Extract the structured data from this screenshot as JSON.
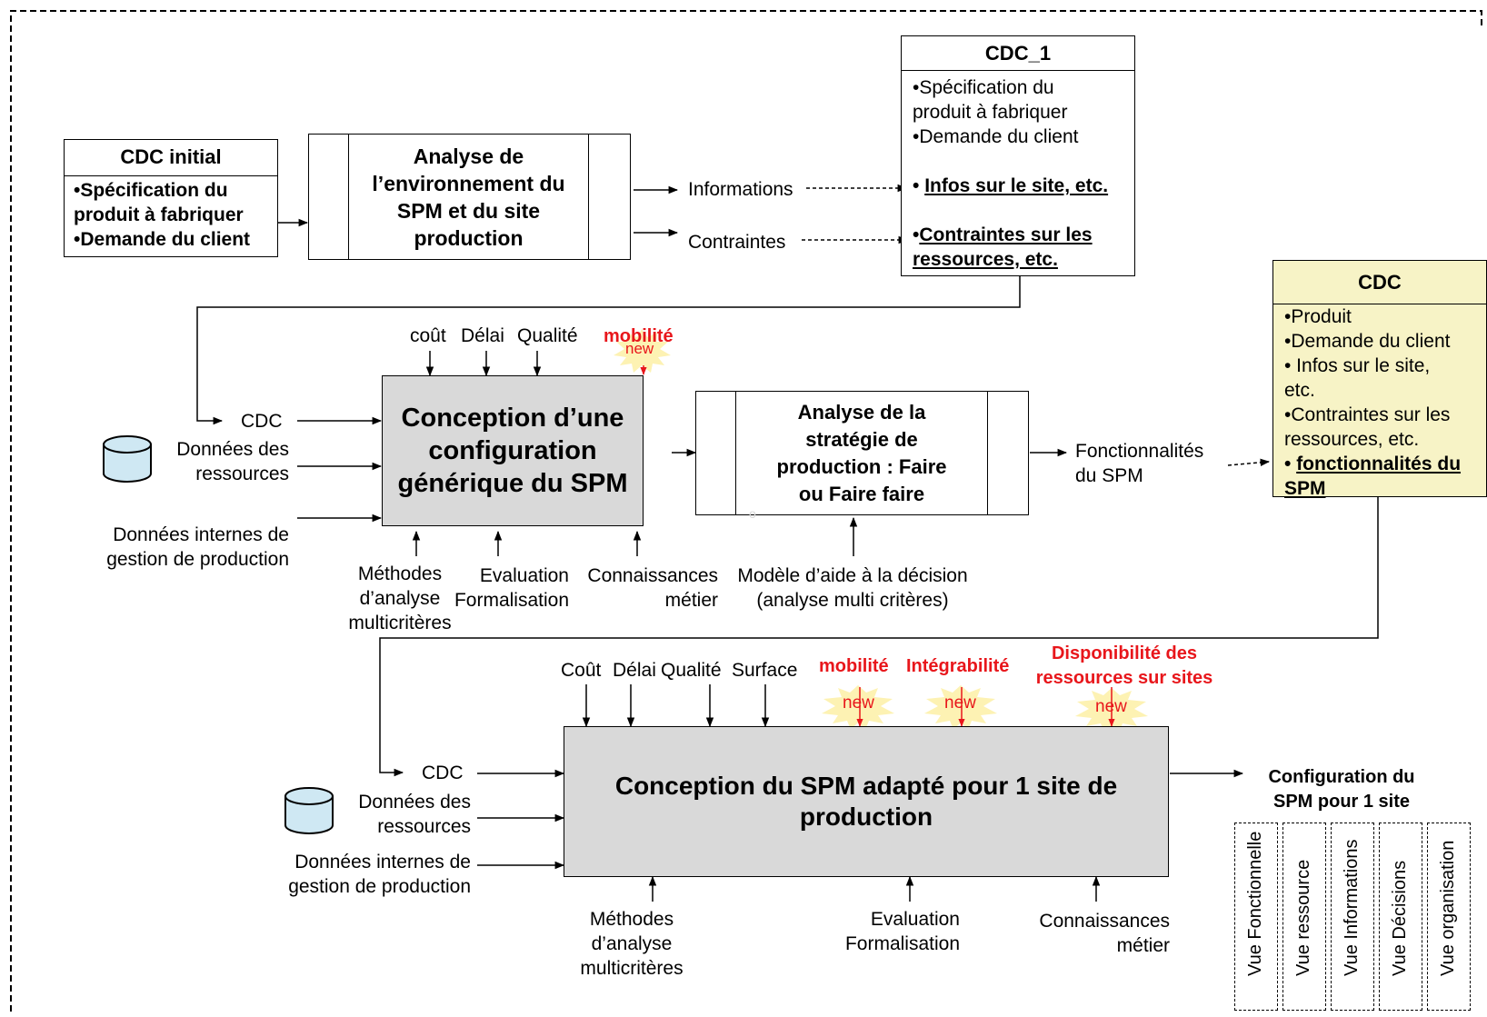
{
  "cdc_initial": {
    "title": "CDC initial",
    "items": [
      "•Spécification du",
      "produit à fabriquer",
      "•Demande du client"
    ]
  },
  "analyse_env": {
    "lines": [
      "Analyse de",
      "l’environnement du",
      "SPM et du site",
      "production"
    ]
  },
  "informations": "Informations",
  "contraintes": "Contraintes",
  "cdc1": {
    "title": "CDC_1",
    "items": [
      "•Spécification du",
      "produit à fabriquer",
      "•Demande du client"
    ],
    "infos_prefix": "• ",
    "infos_label": "Infos sur le site, etc.",
    "contr_prefix": "•",
    "contr_line1": "Contraintes sur  les",
    "contr_line2": "ressources, etc."
  },
  "cdc": {
    "title": "CDC",
    "items": [
      "•Produit",
      "•Demande du client",
      "• Infos sur le site,",
      "etc.",
      "•Contraintes sur  les",
      "ressources, etc."
    ],
    "last_prefix": "• ",
    "last_line1": "fonctionnalités du",
    "last_line2": "SPM"
  },
  "top_controls": {
    "cout": "coût",
    "delai": "Délai",
    "qualite": "Qualité",
    "mobilite": "mobilité",
    "new": "new"
  },
  "conception_generique": {
    "lines": [
      "Conception d’une",
      "configuration",
      "générique du SPM"
    ]
  },
  "inputs1": {
    "cdc": "CDC",
    "donnees_ressources": [
      "Données des",
      "ressources"
    ],
    "donnees_internes": [
      "Données internes de",
      "gestion de production"
    ]
  },
  "mech1": {
    "methodes": [
      "Méthodes",
      "d’analyse",
      "multicritères"
    ],
    "evaluation": [
      "Evaluation",
      "Formalisation"
    ],
    "connaissances": [
      "Connaissances",
      "métier"
    ],
    "modele": [
      "Modèle d’aide à la décision",
      "(analyse multi critères)"
    ]
  },
  "analyse_strategie": {
    "lines": [
      "Analyse de la",
      "stratégie de",
      "production : Faire",
      "ou Faire faire"
    ]
  },
  "fonctionnalites": [
    "Fonctionnalités",
    "du SPM"
  ],
  "bottom_controls": {
    "cout": "Coût",
    "delai": "Délai",
    "qualite": "Qualité",
    "surface": "Surface",
    "mobilite": "mobilité",
    "integrabilite": "Intégrabilité",
    "disponibilite": [
      "Disponibilité des",
      "ressources sur sites"
    ],
    "new": "new"
  },
  "conception_site": {
    "lines": [
      "Conception du SPM adapté pour 1 site de",
      "production"
    ]
  },
  "inputs2": {
    "cdc": "CDC",
    "donnees_ressources": [
      "Données des",
      "ressources"
    ],
    "donnees_internes": [
      "Données internes de",
      "gestion de production"
    ]
  },
  "mech2": {
    "methodes": [
      "Méthodes",
      "d’analyse",
      "multicritères"
    ],
    "evaluation": [
      "Evaluation",
      "Formalisation"
    ],
    "connaissances": [
      "Connaissances",
      "métier"
    ]
  },
  "output_config": [
    "Configuration du",
    "SPM pour 1 site"
  ],
  "vues": [
    "Vue Fonctionnelle",
    "Vue ressource",
    "Vue Informations",
    "Vue Décisions",
    "Vue organisation"
  ],
  "stray_mark": "o"
}
